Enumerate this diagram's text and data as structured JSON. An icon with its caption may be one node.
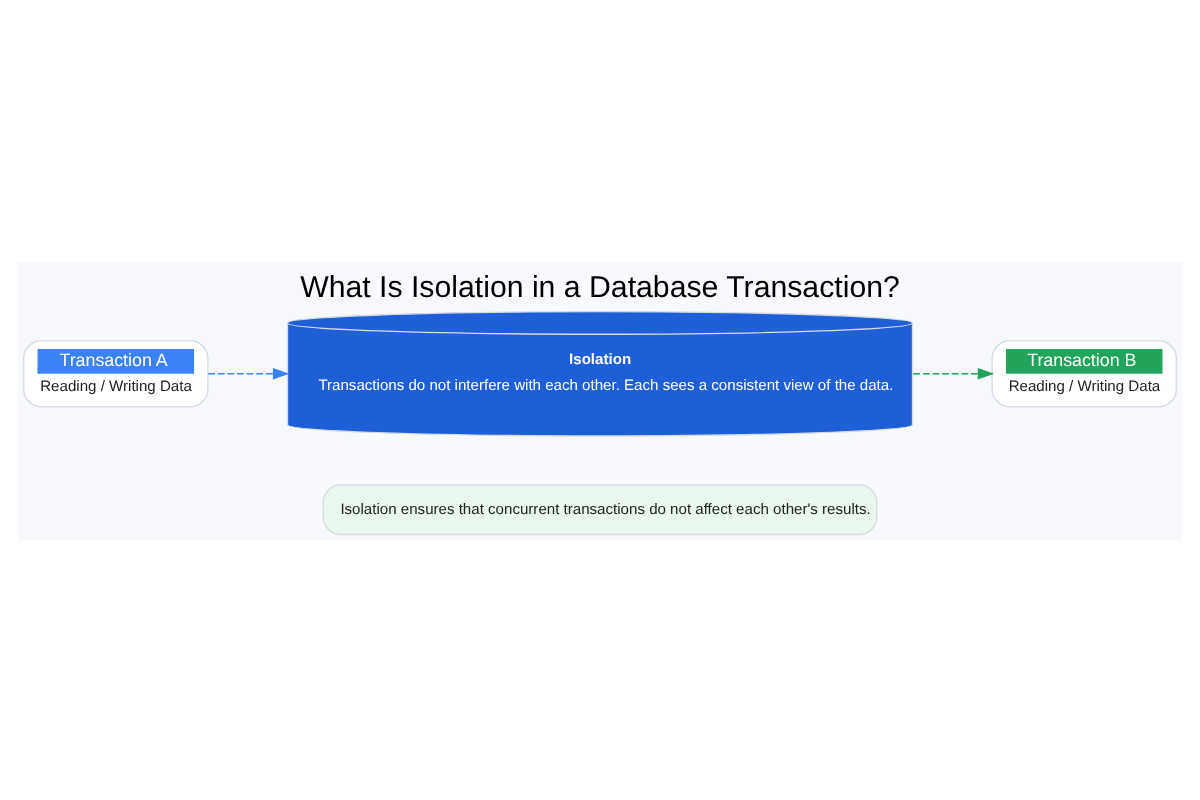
{
  "diagram": {
    "title": "What Is Isolation in a Database Transaction?",
    "nodes": [
      {
        "text": [
          "Transaction A",
          "Reading / Writing Data"
        ]
      },
      {
        "text": [
          "Isolation",
          "Transactions do not interfere with each other. Each sees a consistent view of the data."
        ]
      },
      {
        "text": [
          "Transaction B",
          "Reading / Writing Data"
        ]
      },
      {
        "text": [
          "Isolation ensures that concurrent transactions do not affect each other's results."
        ]
      }
    ],
    "edges": [
      {
        "from": 0,
        "to": 1,
        "arrow": "to",
        "style": "dashed",
        "color": "#3b82f6"
      },
      {
        "from": 1,
        "to": 2,
        "arrow": "to",
        "style": "dashed",
        "color": "#22a45d"
      }
    ]
  }
}
